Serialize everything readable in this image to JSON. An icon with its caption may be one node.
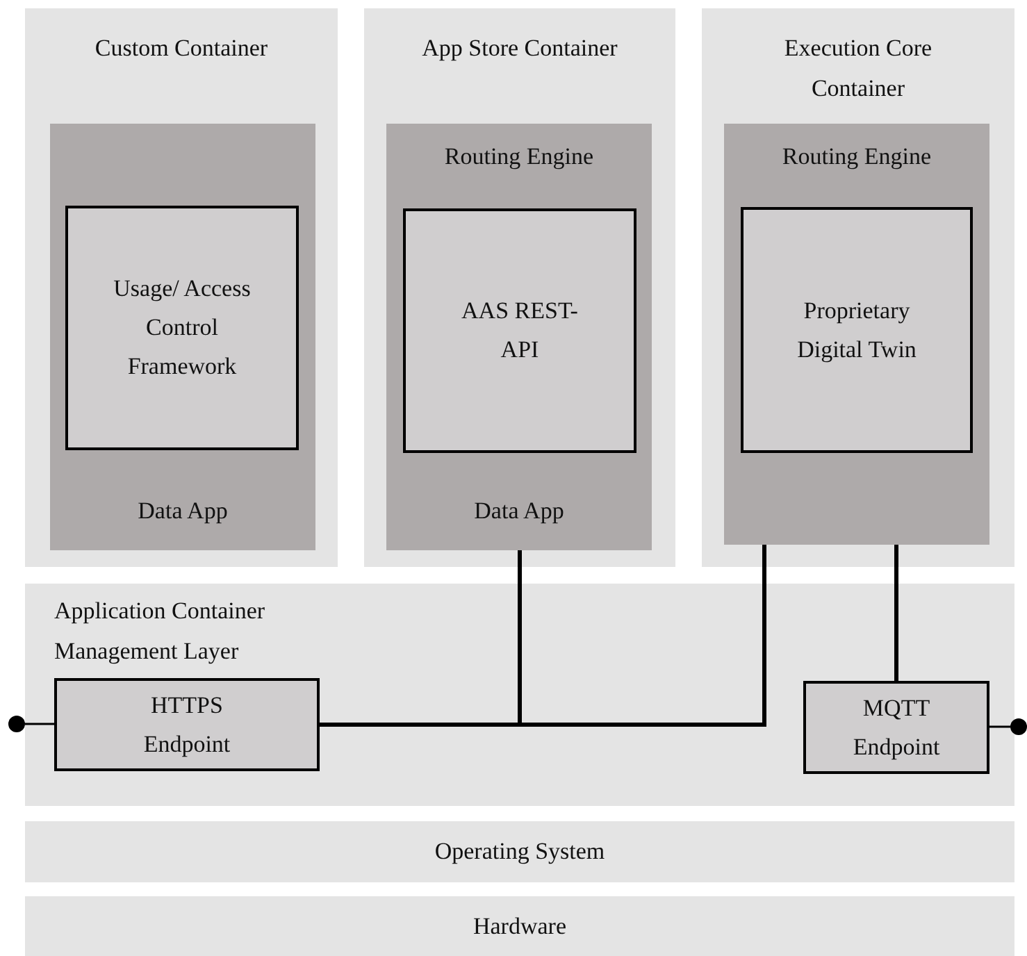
{
  "diagram": {
    "nodes": [
      {
        "text": [
          "Custom Container"
        ]
      },
      {
        "text": [
          "Data App"
        ],
        "in": 0
      },
      {
        "text": [
          "Usage/ Access Control Framework"
        ],
        "in": 1
      },
      {
        "text": [
          "App Store Container"
        ]
      },
      {
        "text": [
          "Routing Engine",
          "Data App"
        ],
        "in": 3
      },
      {
        "text": [
          "AAS REST-API"
        ],
        "in": 4
      },
      {
        "text": [
          "Execution Core Container"
        ]
      },
      {
        "text": [
          "Routing Engine"
        ],
        "in": 6
      },
      {
        "text": [
          "Proprietary Digital Twin"
        ],
        "in": 7
      },
      {
        "text": [
          "Application Container Management Layer"
        ]
      },
      {
        "text": [
          "HTTPS Endpoint"
        ],
        "in": 9
      },
      {
        "text": [
          "MQTT Endpoint"
        ],
        "in": 9
      },
      {
        "text": [
          "Operating System"
        ]
      },
      {
        "text": [
          "Hardware"
        ]
      },
      {
        "text": [],
        "shape": "circle"
      },
      {
        "text": [],
        "shape": "circle"
      }
    ],
    "edges": [
      {
        "from": 14,
        "to": 10,
        "arrow": "none"
      },
      {
        "from": 10,
        "to": 4,
        "arrow": "none"
      },
      {
        "from": 10,
        "to": 7,
        "arrow": "none"
      },
      {
        "from": 11,
        "to": 7,
        "arrow": "none"
      },
      {
        "from": 11,
        "to": 15,
        "arrow": "none"
      }
    ]
  }
}
